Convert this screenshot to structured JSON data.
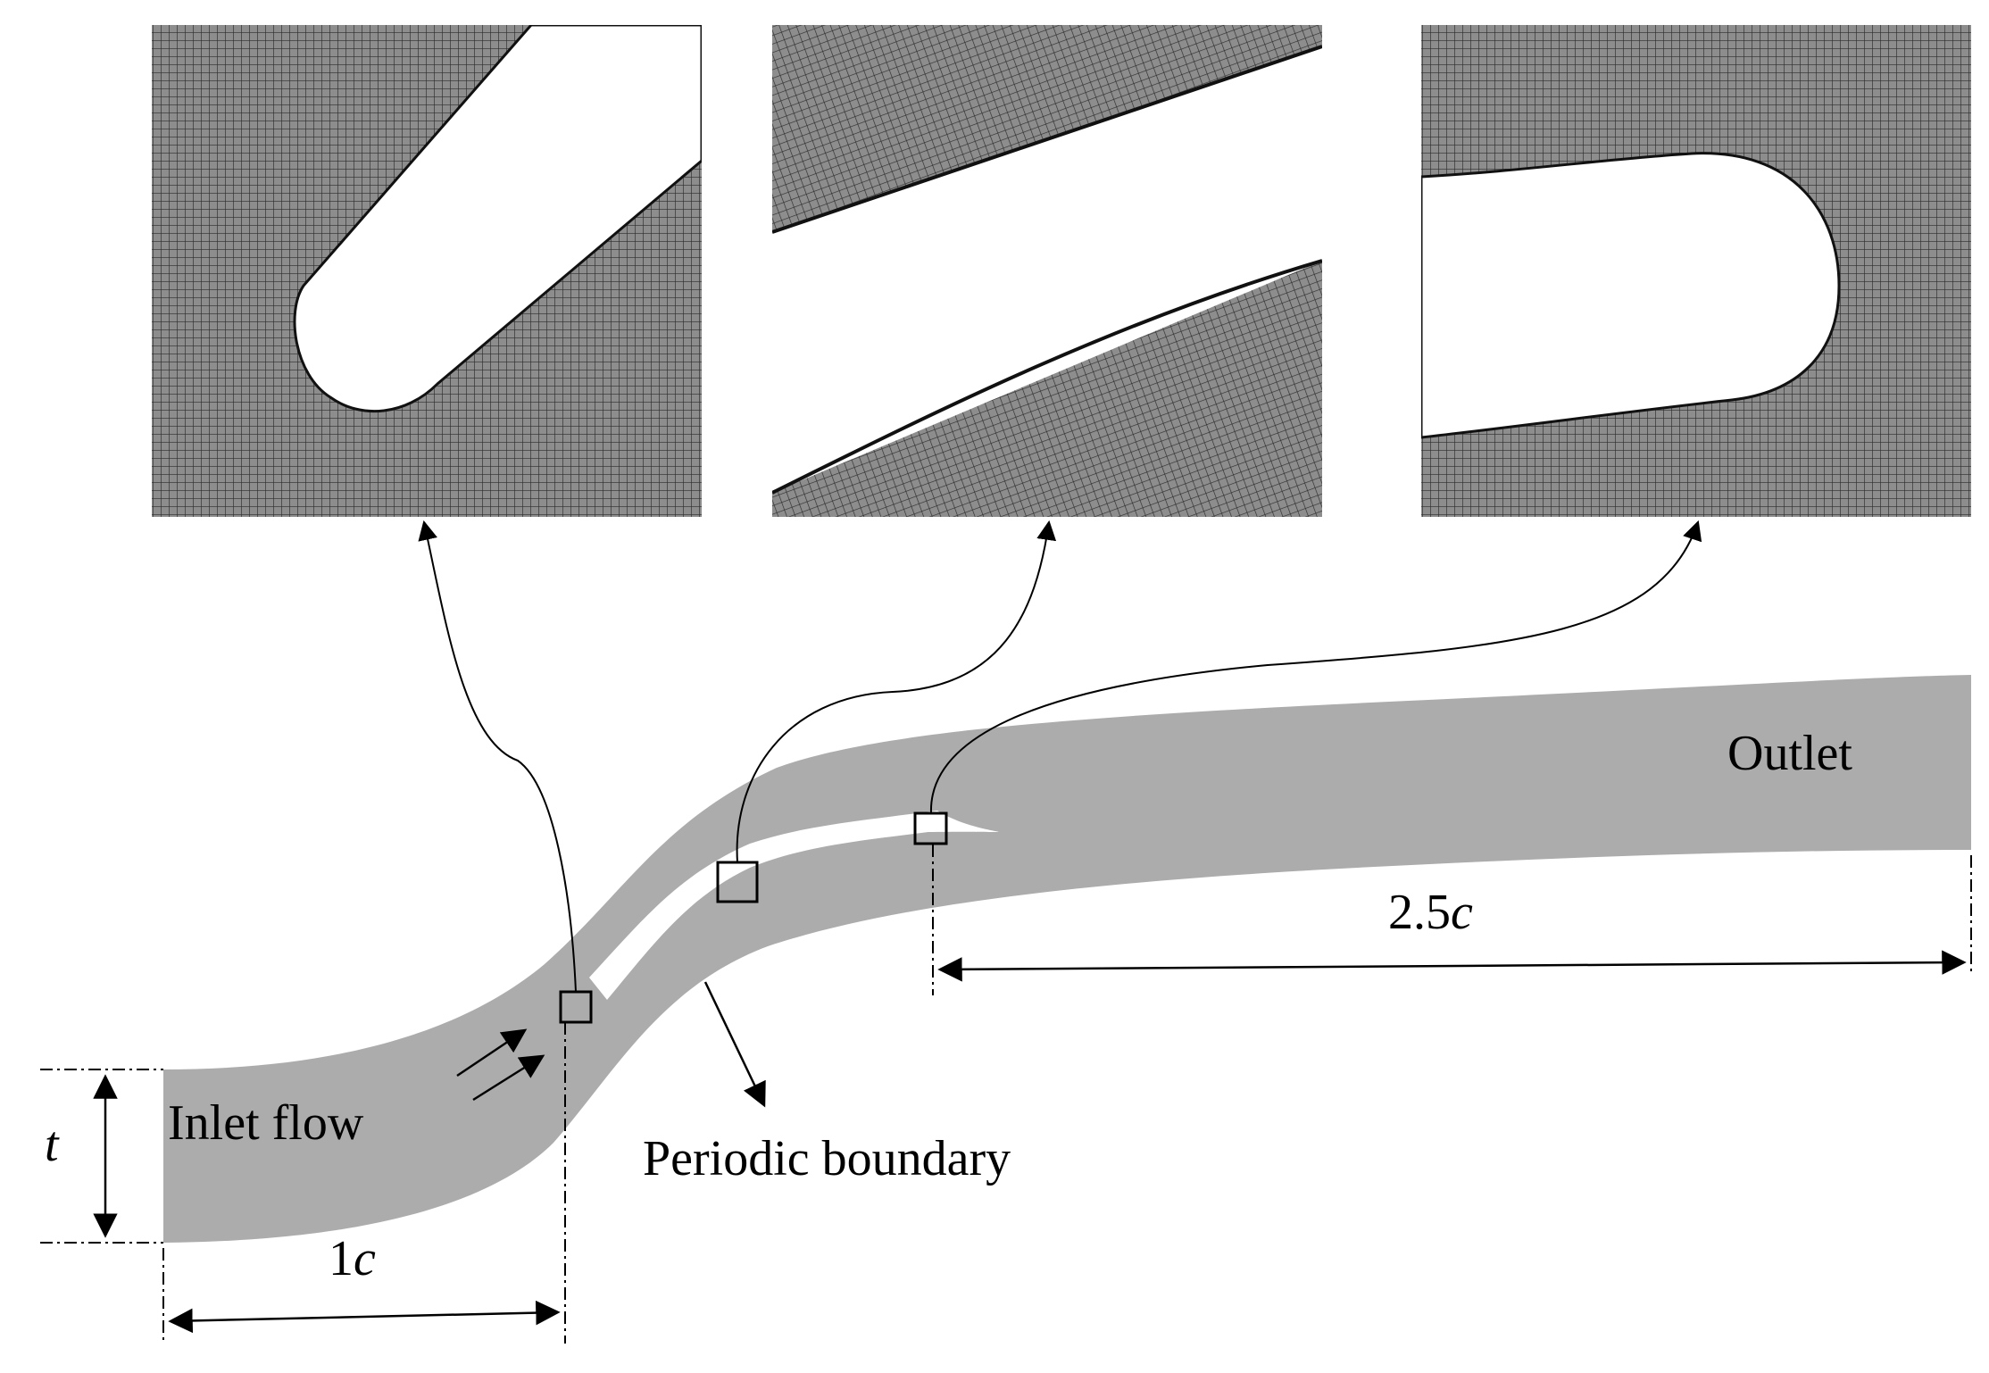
{
  "labels": {
    "outlet": "Outlet",
    "inlet_flow": "Inlet flow",
    "periodic_boundary": "Periodic boundary",
    "pitch_symbol": "t",
    "inlet_length_num": "1",
    "outlet_length_num": "2.5",
    "chord_symbol": "c"
  },
  "colors": {
    "domain_fill": "#acacac",
    "mesh_background": "#8d8d8d",
    "mesh_lines": "#2c2c2c",
    "blade_gap": "#ffffff",
    "lines": "#000000"
  },
  "insets": [
    {
      "name": "leading-edge-mesh",
      "shows": "mesh around blade leading edge"
    },
    {
      "name": "passage-mesh",
      "shows": "mesh along blade passage"
    },
    {
      "name": "trailing-edge-mesh",
      "shows": "mesh around blade trailing edge"
    }
  ]
}
